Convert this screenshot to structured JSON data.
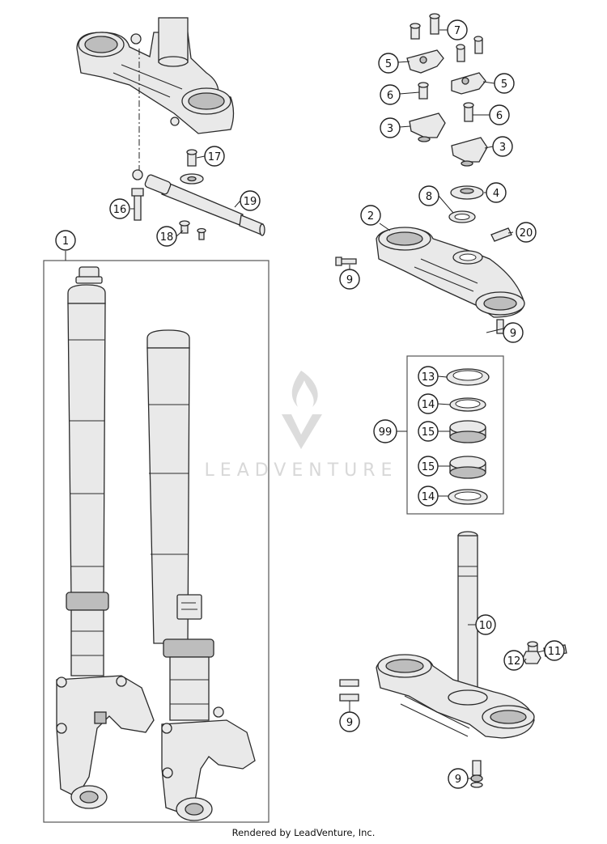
{
  "callouts": {
    "c1": "1",
    "c2": "2",
    "c3a": "3",
    "c3b": "3",
    "c4": "4",
    "c5a": "5",
    "c5b": "5",
    "c6a": "6",
    "c6b": "6",
    "c7": "7",
    "c8": "8",
    "c9a": "9",
    "c9b": "9",
    "c9c": "9",
    "c9d": "9",
    "c10": "10",
    "c11": "11",
    "c12": "12",
    "c13": "13",
    "c14a": "14",
    "c14b": "14",
    "c15a": "15",
    "c15b": "15",
    "c16": "16",
    "c17": "17",
    "c18": "18",
    "c19": "19",
    "c20": "20",
    "c99": "99"
  },
  "watermark": {
    "brand": "LEADVENTURE"
  },
  "footer": {
    "credit": "Rendered by LeadVenture, Inc."
  },
  "colors": {
    "line": "#2a2a2a",
    "fill": "#e9e9e9",
    "watermark": "#d8d8d8"
  }
}
